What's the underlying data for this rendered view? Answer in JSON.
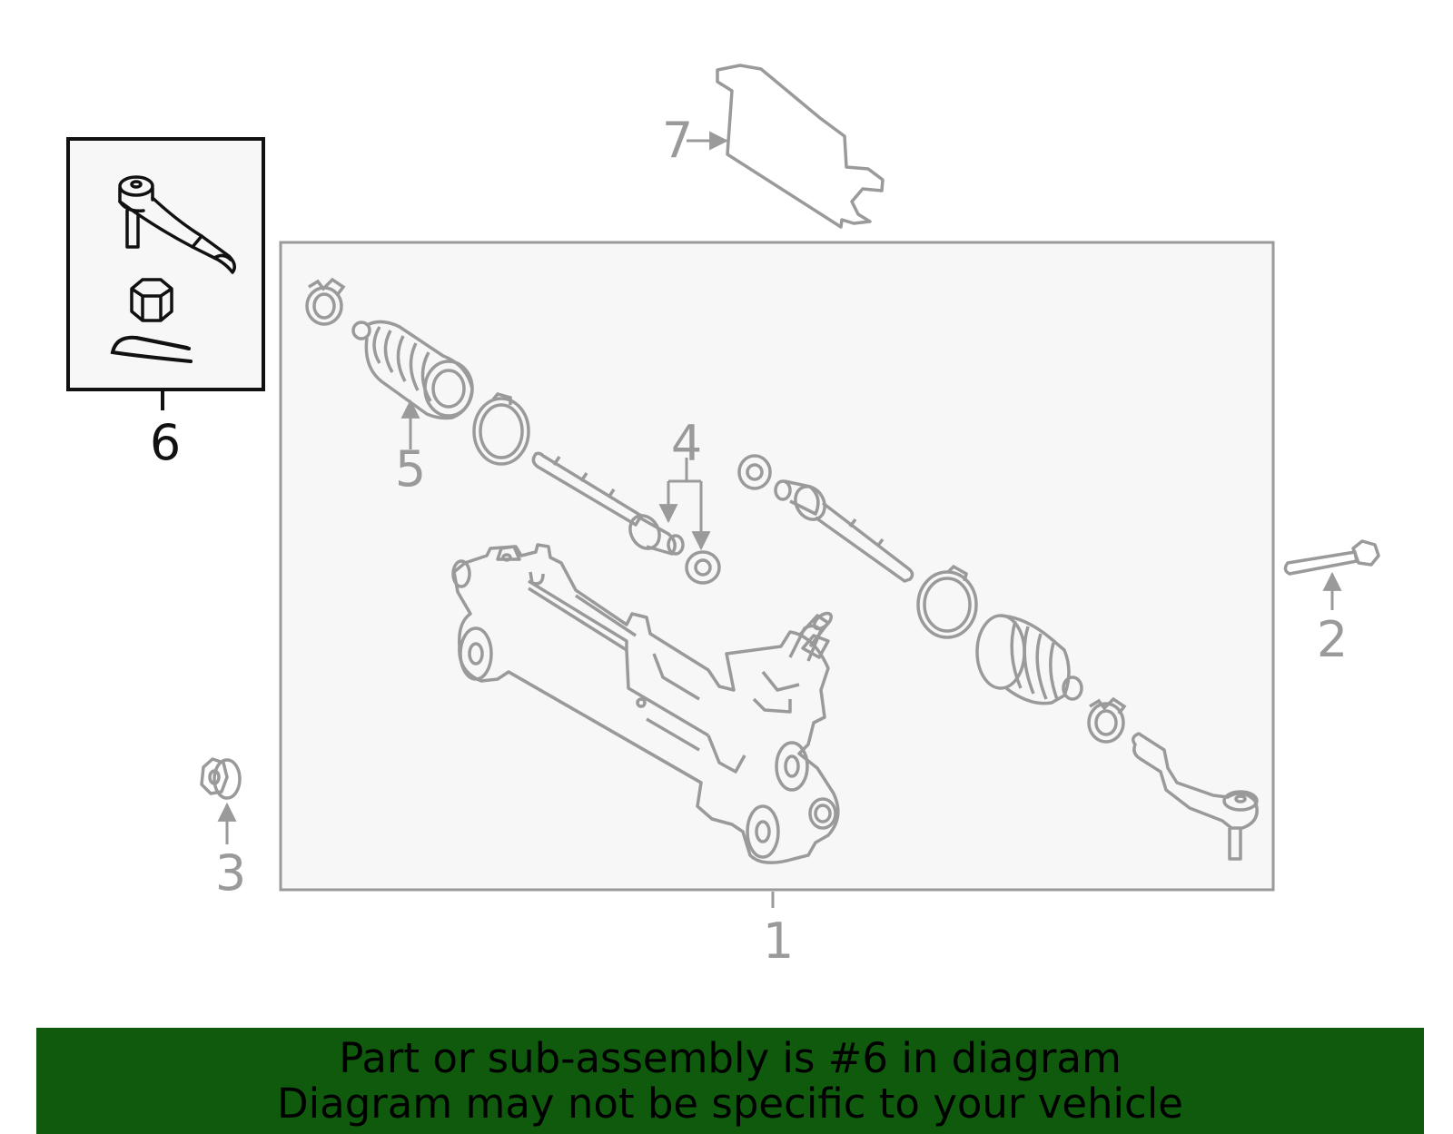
{
  "callouts": {
    "c1": "1",
    "c2": "2",
    "c3": "3",
    "c4": "4",
    "c5": "5",
    "c6": "6",
    "c7": "7"
  },
  "banner": {
    "line1": "Part or sub-assembly is #6 in diagram",
    "line2": "Diagram may not be specific to your vehicle"
  },
  "colors": {
    "banner_bg": "#0f5a0c",
    "part_stroke": "#9a9a9a",
    "highlight_stroke": "#111111",
    "assembly_fill": "#f7f7f7"
  }
}
